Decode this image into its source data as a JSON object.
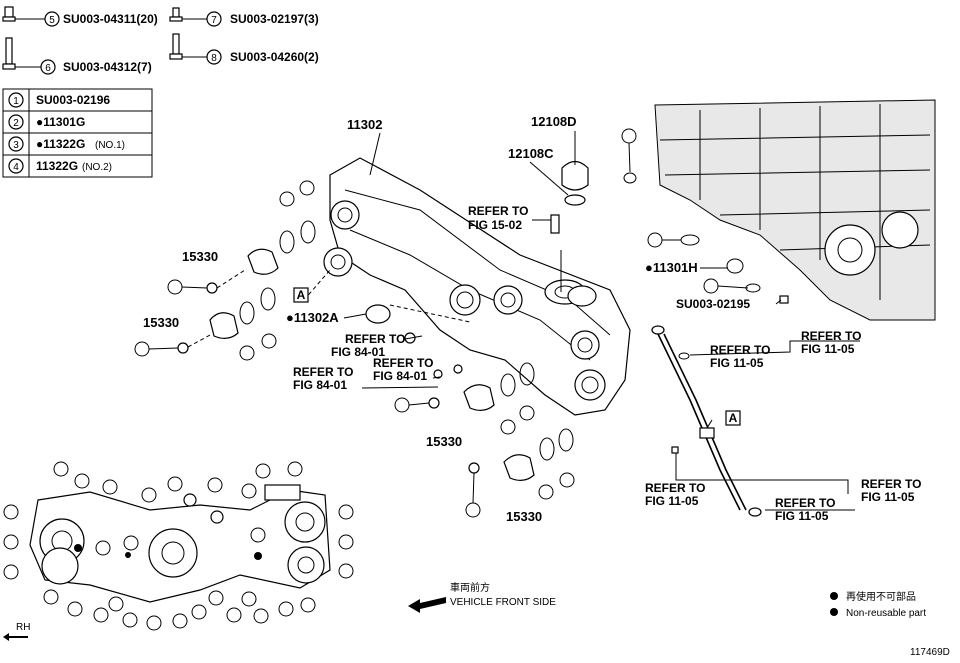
{
  "legend_table": {
    "rows": [
      {
        "num": "1",
        "code": "SU003-02196"
      },
      {
        "num": "2",
        "code": "●11301G"
      },
      {
        "num": "3",
        "code": "●11322G",
        "note": "(NO.1)"
      },
      {
        "num": "4",
        "code": "11322G",
        "note": "(NO.2)"
      }
    ]
  },
  "bolt_refs": [
    {
      "num": "5",
      "code": "SU003-04311(20)"
    },
    {
      "num": "7",
      "code": "SU003-02197(3)"
    },
    {
      "num": "6",
      "code": "SU003-04312(7)"
    },
    {
      "num": "8",
      "code": "SU003-04260(2)"
    }
  ],
  "labels": {
    "p11302": "11302",
    "p12108D": "12108D",
    "p12108C": "12108C",
    "p15330_a": "15330",
    "p15330_b": "15330",
    "p15330_c": "15330",
    "p15330_d": "15330",
    "p11302A": "●11302A",
    "p11301H": "●11301H",
    "p_su02195": "SU003-02195",
    "box_a1": "A",
    "box_a2": "A"
  },
  "refer": [
    {
      "l1": "REFER TO",
      "l2": "FIG 15-02"
    },
    {
      "l1": "REFER TO",
      "l2": "FIG 84-01"
    },
    {
      "l1": "REFER TO",
      "l2": "FIG 84-01"
    },
    {
      "l1": "REFER TO",
      "l2": "FIG 84-01"
    },
    {
      "l1": "REFER TO",
      "l2": "FIG 11-05"
    },
    {
      "l1": "REFER TO",
      "l2": "FIG 11-05"
    },
    {
      "l1": "REFER TO",
      "l2": "FIG 11-05"
    },
    {
      "l1": "REFER TO",
      "l2": "FIG 11-05"
    },
    {
      "l1": "REFER TO",
      "l2": "FIG 11-05"
    }
  ],
  "footer": {
    "front_jp": "車両前方",
    "front_en": "VEHICLE FRONT SIDE",
    "rh": "RH",
    "legend_jp": "再使用不可部品",
    "legend_en": "Non-reusable part",
    "figure_id": "117469D"
  }
}
